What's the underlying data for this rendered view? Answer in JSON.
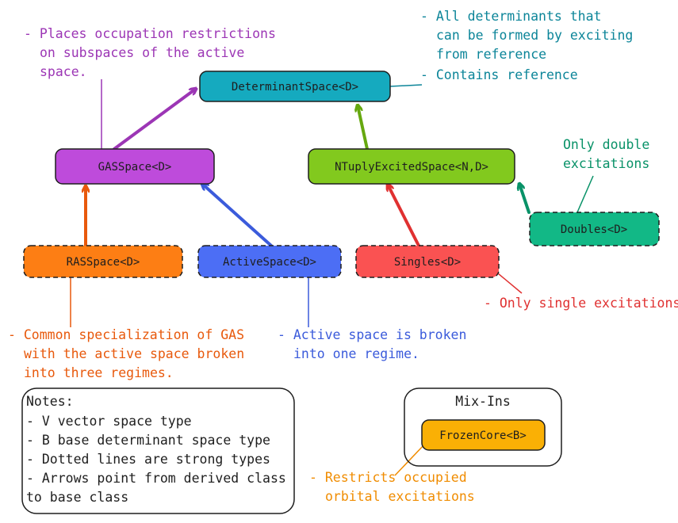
{
  "nodes": {
    "determinant_space": {
      "label": "DeterminantSpace<D>",
      "fill": "#15aabf"
    },
    "gas_space": {
      "label": "GASSpace<D>",
      "fill": "#be4bdb"
    },
    "ntuply_excited_space": {
      "label": "NTuplyExcitedSpace<N,D>",
      "fill": "#82c91e"
    },
    "doubles": {
      "label": "Doubles<D>",
      "fill": "#12b886"
    },
    "ras_space": {
      "label": "RASSpace<D>",
      "fill": "#fd7e14"
    },
    "active_space": {
      "label": "ActiveSpace<D>",
      "fill": "#4c6ef5"
    },
    "singles": {
      "label": "Singles<D>",
      "fill": "#fa5252"
    },
    "frozen_core": {
      "label": "FrozenCore<B>",
      "fill": "#fab005"
    }
  },
  "annotations": {
    "gas": {
      "color": "#9c36b5",
      "lines": [
        "- Places occupation restrictions",
        "on subspaces of the active",
        "space."
      ]
    },
    "determinant": {
      "color": "#0c8599",
      "lines": [
        "- All determinants that",
        "can be formed by exciting",
        "from reference",
        "- Contains reference"
      ]
    },
    "doubles": {
      "color": "#099268",
      "lines": [
        "Only double",
        "excitations"
      ]
    },
    "singles": {
      "color": "#e03131",
      "lines": [
        "- Only single excitations"
      ]
    },
    "ras": {
      "color": "#e8590c",
      "lines": [
        "- Common specialization of GAS",
        "with the active space broken",
        "into three regimes."
      ]
    },
    "active": {
      "color": "#3b5bdb",
      "lines": [
        "- Active space is broken",
        "into one regime."
      ]
    },
    "frozen_core": {
      "color": "#f08c00",
      "lines": [
        "- Restricts occupied",
        "orbital excitations"
      ]
    }
  },
  "arrow_colors": {
    "gas_to_determinant": "#9c36b5",
    "ntuply_to_determinant": "#66a80f",
    "ras_to_gas": "#e8590c",
    "active_to_gas": "#3b5bdb",
    "singles_to_ntuply": "#e03131",
    "doubles_to_ntuply": "#099268"
  },
  "notes": {
    "title": "Notes:",
    "items": [
      "- V vector space type",
      "- B base determinant space type",
      "- Dotted lines are strong types",
      "- Arrows point from derived class",
      "to base class"
    ]
  },
  "mixins": {
    "title": "Mix-Ins"
  }
}
